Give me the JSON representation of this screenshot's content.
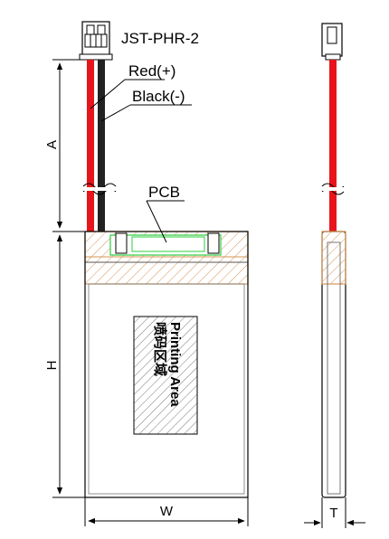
{
  "connector_label": "JST-PHR-2",
  "red_label": "Red(+)",
  "black_label": "Black(-)",
  "pcb_label": "PCB",
  "dim_a": "A",
  "dim_h": "H",
  "dim_w": "W",
  "dim_t": "T",
  "print_area_en": "Printing Area",
  "print_area_cn": "喷码区域",
  "colors": {
    "wire_red": "#e8141b",
    "wire_black": "#222222",
    "pcb_hatch": "#d49455",
    "pcb_outline": "#2ecc40"
  }
}
